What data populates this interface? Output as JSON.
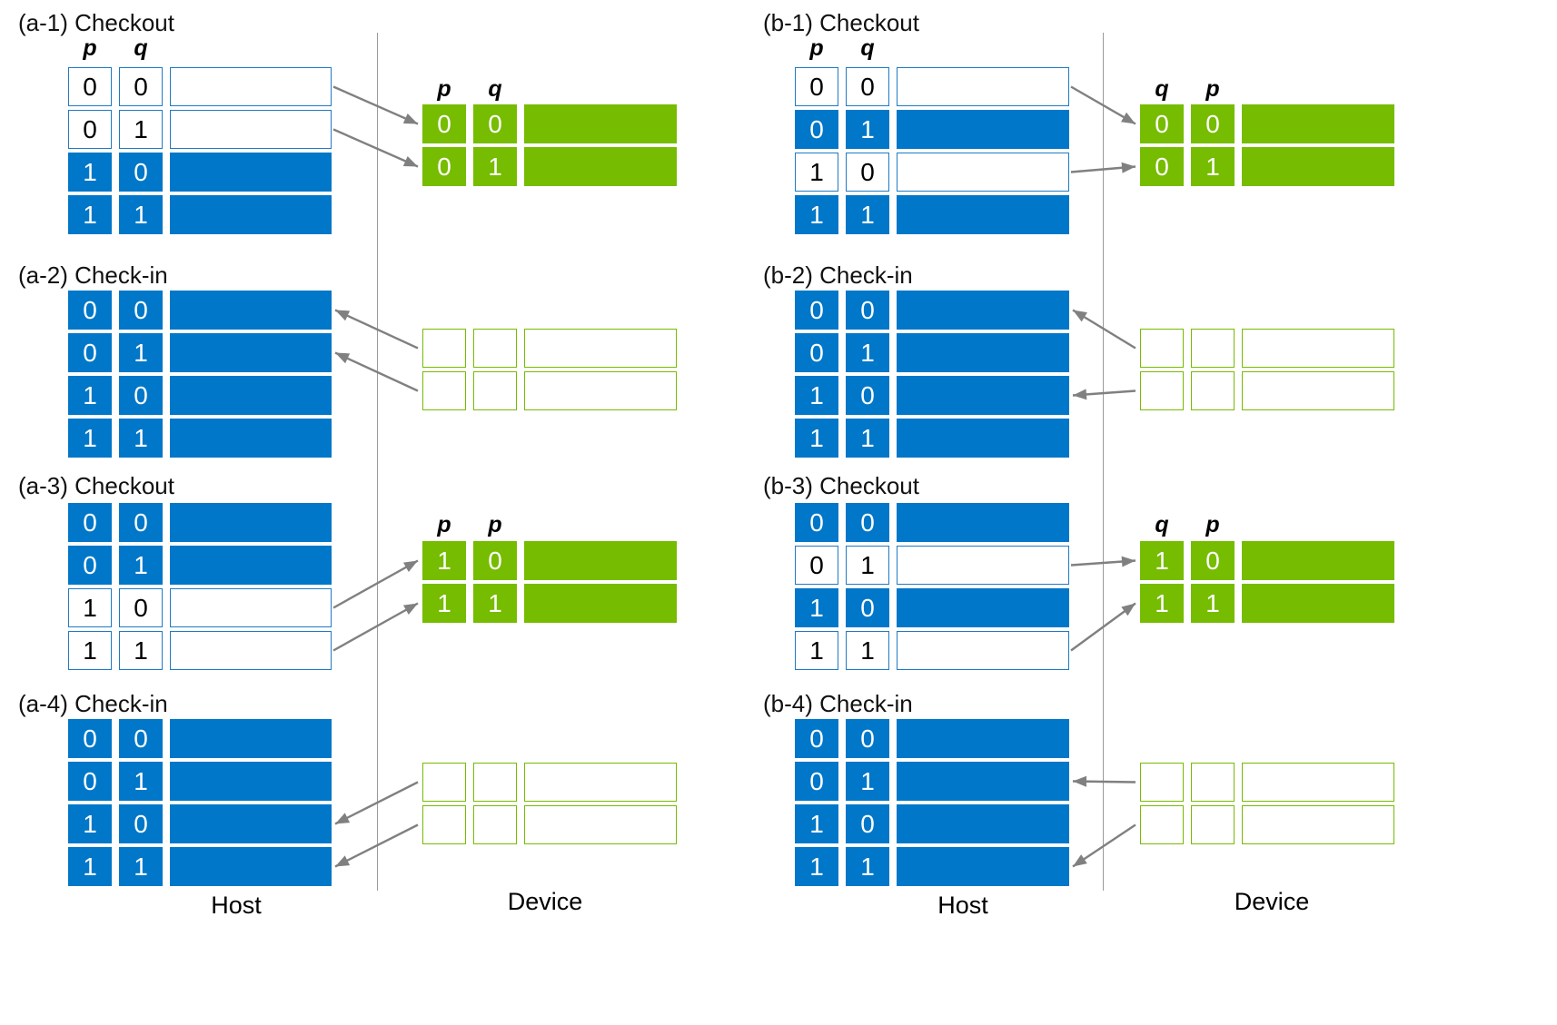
{
  "figure": {
    "colors": {
      "blue_fill": "#0077c8",
      "blue_outline": "#1f7ac4",
      "green_fill": "#76bc00",
      "green_outline": "#76bc00",
      "arrow": "#808080",
      "divider": "#9a9a9a"
    },
    "side_labels": {
      "host": "Host",
      "device": "Device"
    }
  },
  "panels": [
    {
      "id": "a-1",
      "title": "(a-1) Checkout",
      "host": {
        "headers": [
          "p",
          "q"
        ],
        "rows": [
          {
            "p": "0",
            "q": "0",
            "state": "outline"
          },
          {
            "p": "0",
            "q": "1",
            "state": "outline"
          },
          {
            "p": "1",
            "q": "0",
            "state": "filled"
          },
          {
            "p": "1",
            "q": "1",
            "state": "filled"
          }
        ]
      },
      "device": {
        "headers": [
          "p",
          "q"
        ],
        "rows": [
          {
            "p": "0",
            "q": "0",
            "state": "filled"
          },
          {
            "p": "0",
            "q": "1",
            "state": "filled"
          }
        ]
      },
      "arrows": [
        {
          "direction": "host-to-device",
          "from_row": 1,
          "to_row": 1
        },
        {
          "direction": "host-to-device",
          "from_row": 2,
          "to_row": 2
        }
      ]
    },
    {
      "id": "a-2",
      "title": "(a-2) Check-in",
      "host": {
        "headers": [],
        "rows": [
          {
            "p": "0",
            "q": "0",
            "state": "filled"
          },
          {
            "p": "0",
            "q": "1",
            "state": "filled"
          },
          {
            "p": "1",
            "q": "0",
            "state": "filled"
          },
          {
            "p": "1",
            "q": "1",
            "state": "filled"
          }
        ]
      },
      "device": {
        "headers": [],
        "rows": [
          {
            "p": "",
            "q": "",
            "state": "outline"
          },
          {
            "p": "",
            "q": "",
            "state": "outline"
          }
        ]
      },
      "arrows": [
        {
          "direction": "device-to-host",
          "from_row": 1,
          "to_row": 1
        },
        {
          "direction": "device-to-host",
          "from_row": 2,
          "to_row": 2
        }
      ]
    },
    {
      "id": "a-3",
      "title": "(a-3) Checkout",
      "host": {
        "headers": [],
        "rows": [
          {
            "p": "0",
            "q": "0",
            "state": "filled"
          },
          {
            "p": "0",
            "q": "1",
            "state": "filled"
          },
          {
            "p": "1",
            "q": "0",
            "state": "outline"
          },
          {
            "p": "1",
            "q": "1",
            "state": "outline"
          }
        ]
      },
      "device": {
        "headers": [
          "p",
          "p"
        ],
        "rows": [
          {
            "p": "1",
            "q": "0",
            "state": "filled"
          },
          {
            "p": "1",
            "q": "1",
            "state": "filled"
          }
        ]
      },
      "arrows": [
        {
          "direction": "host-to-device",
          "from_row": 3,
          "to_row": 1
        },
        {
          "direction": "host-to-device",
          "from_row": 4,
          "to_row": 2
        }
      ]
    },
    {
      "id": "a-4",
      "title": "(a-4) Check-in",
      "host": {
        "headers": [],
        "rows": [
          {
            "p": "0",
            "q": "0",
            "state": "filled"
          },
          {
            "p": "0",
            "q": "1",
            "state": "filled"
          },
          {
            "p": "1",
            "q": "0",
            "state": "filled"
          },
          {
            "p": "1",
            "q": "1",
            "state": "filled"
          }
        ]
      },
      "device": {
        "headers": [],
        "rows": [
          {
            "p": "",
            "q": "",
            "state": "outline"
          },
          {
            "p": "",
            "q": "",
            "state": "outline"
          }
        ]
      },
      "arrows": [
        {
          "direction": "device-to-host",
          "from_row": 1,
          "to_row": 3
        },
        {
          "direction": "device-to-host",
          "from_row": 2,
          "to_row": 4
        }
      ]
    },
    {
      "id": "b-1",
      "title": "(b-1) Checkout",
      "host": {
        "headers": [
          "p",
          "q"
        ],
        "rows": [
          {
            "p": "0",
            "q": "0",
            "state": "outline"
          },
          {
            "p": "0",
            "q": "1",
            "state": "filled"
          },
          {
            "p": "1",
            "q": "0",
            "state": "outline"
          },
          {
            "p": "1",
            "q": "1",
            "state": "filled"
          }
        ]
      },
      "device": {
        "headers": [
          "q",
          "p"
        ],
        "rows": [
          {
            "p": "0",
            "q": "0",
            "state": "filled"
          },
          {
            "p": "0",
            "q": "1",
            "state": "filled"
          }
        ]
      },
      "arrows": [
        {
          "direction": "host-to-device",
          "from_row": 1,
          "to_row": 1
        },
        {
          "direction": "host-to-device",
          "from_row": 3,
          "to_row": 2
        }
      ]
    },
    {
      "id": "b-2",
      "title": "(b-2) Check-in",
      "host": {
        "headers": [],
        "rows": [
          {
            "p": "0",
            "q": "0",
            "state": "filled"
          },
          {
            "p": "0",
            "q": "1",
            "state": "filled"
          },
          {
            "p": "1",
            "q": "0",
            "state": "filled"
          },
          {
            "p": "1",
            "q": "1",
            "state": "filled"
          }
        ]
      },
      "device": {
        "headers": [],
        "rows": [
          {
            "p": "",
            "q": "",
            "state": "outline"
          },
          {
            "p": "",
            "q": "",
            "state": "outline"
          }
        ]
      },
      "arrows": [
        {
          "direction": "device-to-host",
          "from_row": 1,
          "to_row": 1
        },
        {
          "direction": "device-to-host",
          "from_row": 2,
          "to_row": 3
        }
      ]
    },
    {
      "id": "b-3",
      "title": "(b-3) Checkout",
      "host": {
        "headers": [],
        "rows": [
          {
            "p": "0",
            "q": "0",
            "state": "filled"
          },
          {
            "p": "0",
            "q": "1",
            "state": "outline"
          },
          {
            "p": "1",
            "q": "0",
            "state": "filled"
          },
          {
            "p": "1",
            "q": "1",
            "state": "outline"
          }
        ]
      },
      "device": {
        "headers": [
          "q",
          "p"
        ],
        "rows": [
          {
            "p": "1",
            "q": "0",
            "state": "filled"
          },
          {
            "p": "1",
            "q": "1",
            "state": "filled"
          }
        ]
      },
      "arrows": [
        {
          "direction": "host-to-device",
          "from_row": 2,
          "to_row": 1
        },
        {
          "direction": "host-to-device",
          "from_row": 4,
          "to_row": 2
        }
      ]
    },
    {
      "id": "b-4",
      "title": "(b-4) Check-in",
      "host": {
        "headers": [],
        "rows": [
          {
            "p": "0",
            "q": "0",
            "state": "filled"
          },
          {
            "p": "0",
            "q": "1",
            "state": "filled"
          },
          {
            "p": "1",
            "q": "0",
            "state": "filled"
          },
          {
            "p": "1",
            "q": "1",
            "state": "filled"
          }
        ]
      },
      "device": {
        "headers": [],
        "rows": [
          {
            "p": "",
            "q": "",
            "state": "outline"
          },
          {
            "p": "",
            "q": "",
            "state": "outline"
          }
        ]
      },
      "arrows": [
        {
          "direction": "device-to-host",
          "from_row": 1,
          "to_row": 2
        },
        {
          "direction": "device-to-host",
          "from_row": 2,
          "to_row": 4
        }
      ]
    }
  ]
}
